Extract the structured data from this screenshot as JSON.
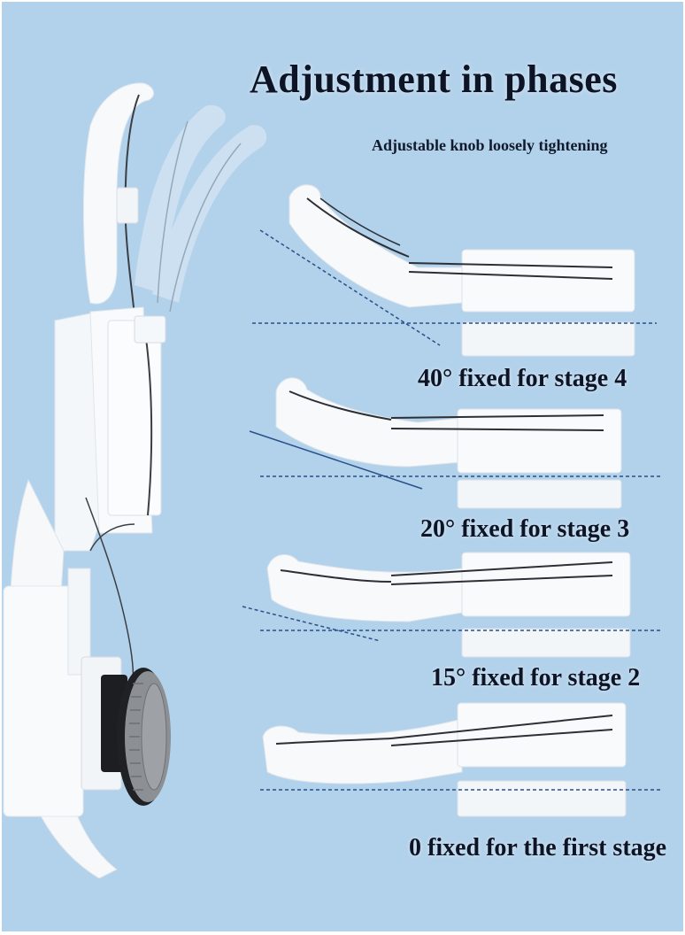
{
  "header": {
    "title": "Adjustment in phases",
    "subtitle": "Adjustable knob loosely tightening"
  },
  "stages": [
    {
      "label": "40° fixed for stage 4",
      "angle_deg": 40,
      "stage": 4
    },
    {
      "label": "20° fixed for stage 3",
      "angle_deg": 20,
      "stage": 3
    },
    {
      "label": "15° fixed for stage 2",
      "angle_deg": 15,
      "stage": 2
    },
    {
      "label": "0 fixed for the first stage",
      "angle_deg": 0,
      "stage": 1
    }
  ],
  "colors": {
    "background": "#b2d1ea",
    "device": "#f7f9fb",
    "text": "#0d1426",
    "guide_line": "#2b4f8a",
    "knob": "#8c8f93"
  }
}
